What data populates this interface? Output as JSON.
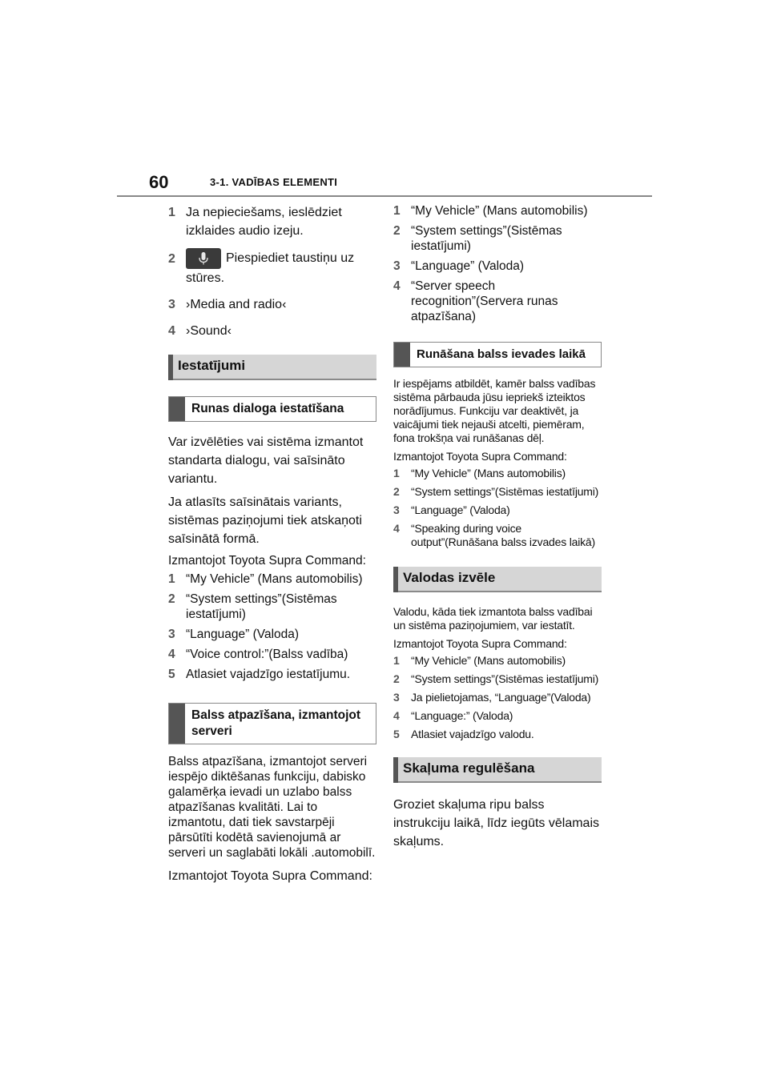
{
  "header": {
    "page_number": "60",
    "section": "3-1. VADĪBAS ELEMENTI"
  },
  "left": {
    "steps_top": [
      {
        "n": "1",
        "text": "Ja nepieciešams, ieslēdziet izklaides audio izeju."
      },
      {
        "n": "2",
        "text": "Piespiediet taustiņu uz stūres."
      },
      {
        "n": "3",
        "text": "›Media and radio‹"
      },
      {
        "n": "4",
        "text": "›Sound‹"
      }
    ],
    "heading_settings": "Iestatījumi",
    "heading_dialog": "Runas dialoga iestatīšana",
    "dialog_p1": "Var izvēlēties vai sistēma izmantot standarta dialogu, vai saīsināto variantu.",
    "dialog_p2": "Ja atlasīts saīsinātais variants, sistēmas paziņojumi tiek atskaņoti saīsinātā formā.",
    "dialog_intro": "Izmantojot Toyota Supra Command:",
    "dialog_steps": [
      {
        "n": "1",
        "text": "“My Vehicle” (Mans automobilis)"
      },
      {
        "n": "2",
        "text": "“System settings”(Sistēmas iestatījumi)"
      },
      {
        "n": "3",
        "text": "“Language” (Valoda)"
      },
      {
        "n": "4",
        "text": "“Voice control:”(Balss vadība)"
      },
      {
        "n": "5",
        "text": "Atlasiet vajadzīgo iestatījumu."
      }
    ],
    "heading_server": "Balss atpazīšana, izmantojot serveri",
    "server_p1": "Balss atpazīšana, izmantojot serveri iespējo diktēšanas funkciju, dabisko galamērķa ievadi un uzlabo balss atpazīšanas kvalitāti. Lai to izmantotu, dati tiek savstarpēji pārsūtīti kodētā savienojumā ar serveri un saglabāti lokāli .automobilī.",
    "server_intro": "Izmantojot Toyota Supra Command:"
  },
  "right": {
    "server_steps": [
      {
        "n": "1",
        "text": "“My Vehicle” (Mans automobilis)"
      },
      {
        "n": "2",
        "text": "“System settings”(Sistēmas iestatījumi)"
      },
      {
        "n": "3",
        "text": "“Language” (Valoda)"
      },
      {
        "n": "4",
        "text": "“Server speech recognition”(Servera runas atpazīšana)"
      }
    ],
    "heading_speaking": "Runāšana balss ievades laikā",
    "speaking_p1": "Ir iespējams atbildēt, kamēr balss vadības sistēma pārbauda jūsu iepriekš izteiktos norādījumus. Funkciju var deaktivēt, ja vaicājumi tiek nejauši atcelti, piemēram, fona trokšņa vai runāšanas dēļ.",
    "speaking_intro": "Izmantojot Toyota Supra Command:",
    "speaking_steps": [
      {
        "n": "1",
        "text": "“My Vehicle” (Mans automobilis)"
      },
      {
        "n": "2",
        "text": "“System settings”(Sistēmas iestatījumi)"
      },
      {
        "n": "3",
        "text": "“Language” (Valoda)"
      },
      {
        "n": "4",
        "text": "“Speaking during voice output”(Runāšana balss izvades laikā)"
      }
    ],
    "heading_language": "Valodas izvēle",
    "language_p1": "Valodu, kāda tiek izmantota balss vadībai un sistēma paziņojumiem, var iestatīt.",
    "language_intro": "Izmantojot Toyota Supra Command:",
    "language_steps": [
      {
        "n": "1",
        "text": "“My Vehicle” (Mans automobilis)"
      },
      {
        "n": "2",
        "text": "“System settings”(Sistēmas iestatījumi)"
      },
      {
        "n": "3",
        "text": "Ja pielietojamas, “Language”(Valoda)"
      },
      {
        "n": "4",
        "text": "“Language:” (Valoda)"
      },
      {
        "n": "5",
        "text": "Atlasiet vajadzīgo valodu."
      }
    ],
    "heading_volume": "Skaļuma regulēšana",
    "volume_p1": "Groziet skaļuma ripu balss instrukciju laikā, līdz iegūts vēlamais skaļums."
  },
  "icons": {
    "steering_button": "microphone-icon"
  }
}
